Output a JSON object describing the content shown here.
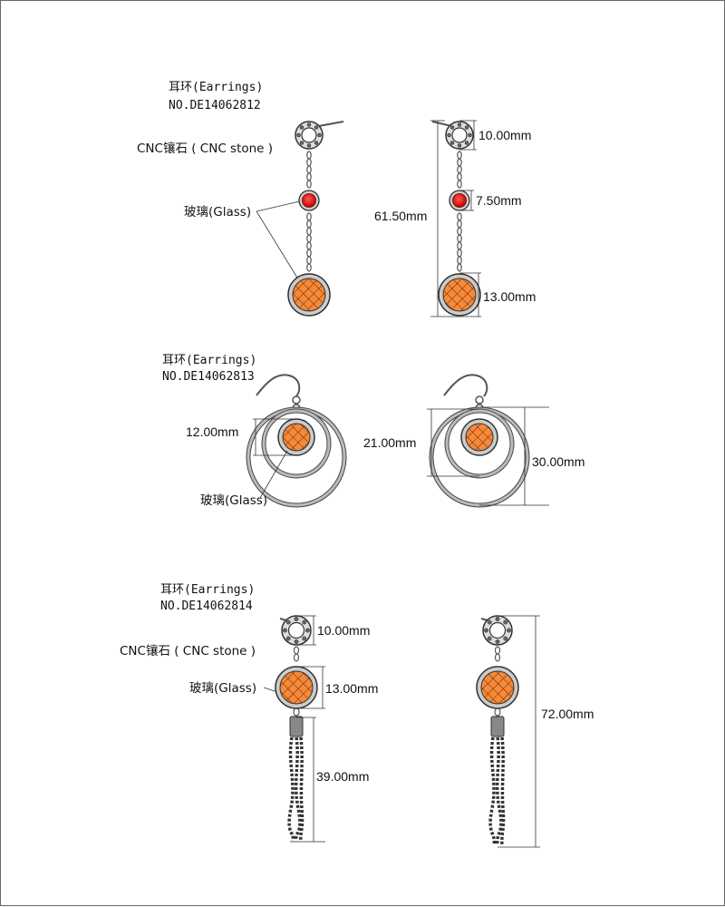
{
  "colors": {
    "metal": "#8c8c8c",
    "metal_dark": "#4a4a4a",
    "orange_glass": "#f7893a",
    "red_glass": "#e01010",
    "dim_line": "#333333"
  },
  "products": [
    {
      "title": "耳环(Earrings)",
      "number": "NO.DE14062812",
      "labels": {
        "cnc_stone": "CNC镶石 ( CNC stone )",
        "glass": "玻璃(Glass)"
      },
      "dims": {
        "top": "10.00mm",
        "middle": "7.50mm",
        "total": "61.50mm",
        "bottom": "13.00mm"
      }
    },
    {
      "title": "耳环(Earrings)",
      "number": "NO.DE14062813",
      "labels": {
        "glass": "玻璃(Glass)"
      },
      "dims": {
        "glass": "12.00mm",
        "inner": "21.00mm",
        "outer": "30.00mm"
      }
    },
    {
      "title": "耳环(Earrings)",
      "number": "NO.DE14062814",
      "labels": {
        "cnc_stone": "CNC镶石 ( CNC stone )",
        "glass": "玻璃(Glass)"
      },
      "dims": {
        "top": "10.00mm",
        "middle": "13.00mm",
        "tassel": "39.00mm",
        "total": "72.00mm"
      }
    }
  ]
}
